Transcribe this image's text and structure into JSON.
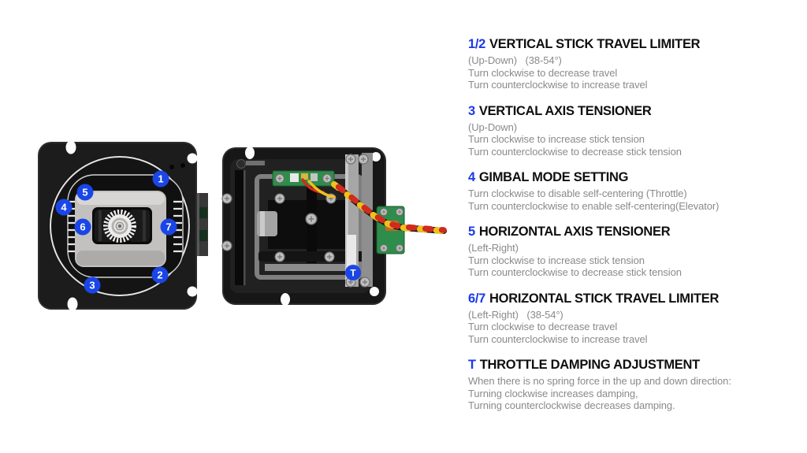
{
  "colors": {
    "accent_blue_text": "#1C39E8",
    "badge_blue": "#1A46E8",
    "heading_text": "#0F0F0F",
    "body_text": "#8A8A8A",
    "background": "#FFFFFF"
  },
  "photos": {
    "front": {
      "description": "gimbal-front-view-photo",
      "callouts": [
        {
          "label": "1"
        },
        {
          "label": "2"
        },
        {
          "label": "3"
        },
        {
          "label": "4"
        },
        {
          "label": "5"
        },
        {
          "label": "6"
        },
        {
          "label": "7"
        }
      ]
    },
    "back": {
      "description": "gimbal-rear-view-photo",
      "callouts": [
        {
          "label": "T"
        }
      ]
    }
  },
  "instructions": {
    "sections": [
      {
        "number": "1/2",
        "title": "VERTICAL STICK TRAVEL LIMITER",
        "subtitle": "(Up-Down)   (38-54°)",
        "lines": [
          "Turn clockwise to decrease travel",
          "Turn counterclockwise to increase travel"
        ]
      },
      {
        "number": "3",
        "title": "VERTICAL AXIS TENSIONER",
        "subtitle": "(Up-Down)",
        "lines": [
          "Turn clockwise to increase stick tension",
          "Turn counterclockwise to decrease stick tension"
        ]
      },
      {
        "number": "4",
        "title": "GIMBAL MODE SETTING",
        "subtitle": "",
        "lines": [
          "Turn clockwise to disable self-centering (Throttle)",
          "Turn counterclockwise to enable self-centering(Elevator)"
        ]
      },
      {
        "number": "5",
        "title": "HORIZONTAL AXIS TENSIONER",
        "subtitle": "(Left-Right)",
        "lines": [
          "Turn clockwise to increase stick tension",
          "Turn counterclockwise to decrease stick tension"
        ]
      },
      {
        "number": "6/7",
        "title": "HORIZONTAL STICK TRAVEL LIMITER",
        "subtitle": "(Left-Right)   (38-54°)",
        "lines": [
          "Turn clockwise to decrease travel",
          "Turn counterclockwise to increase travel"
        ]
      },
      {
        "number": "T",
        "title": "THROTTLE DAMPING ADJUSTMENT",
        "subtitle": "",
        "lines": [
          "When there is no spring force in the up and down direction:",
          "Turning clockwise increases damping,",
          "Turning counterclockwise decreases damping."
        ]
      }
    ]
  }
}
